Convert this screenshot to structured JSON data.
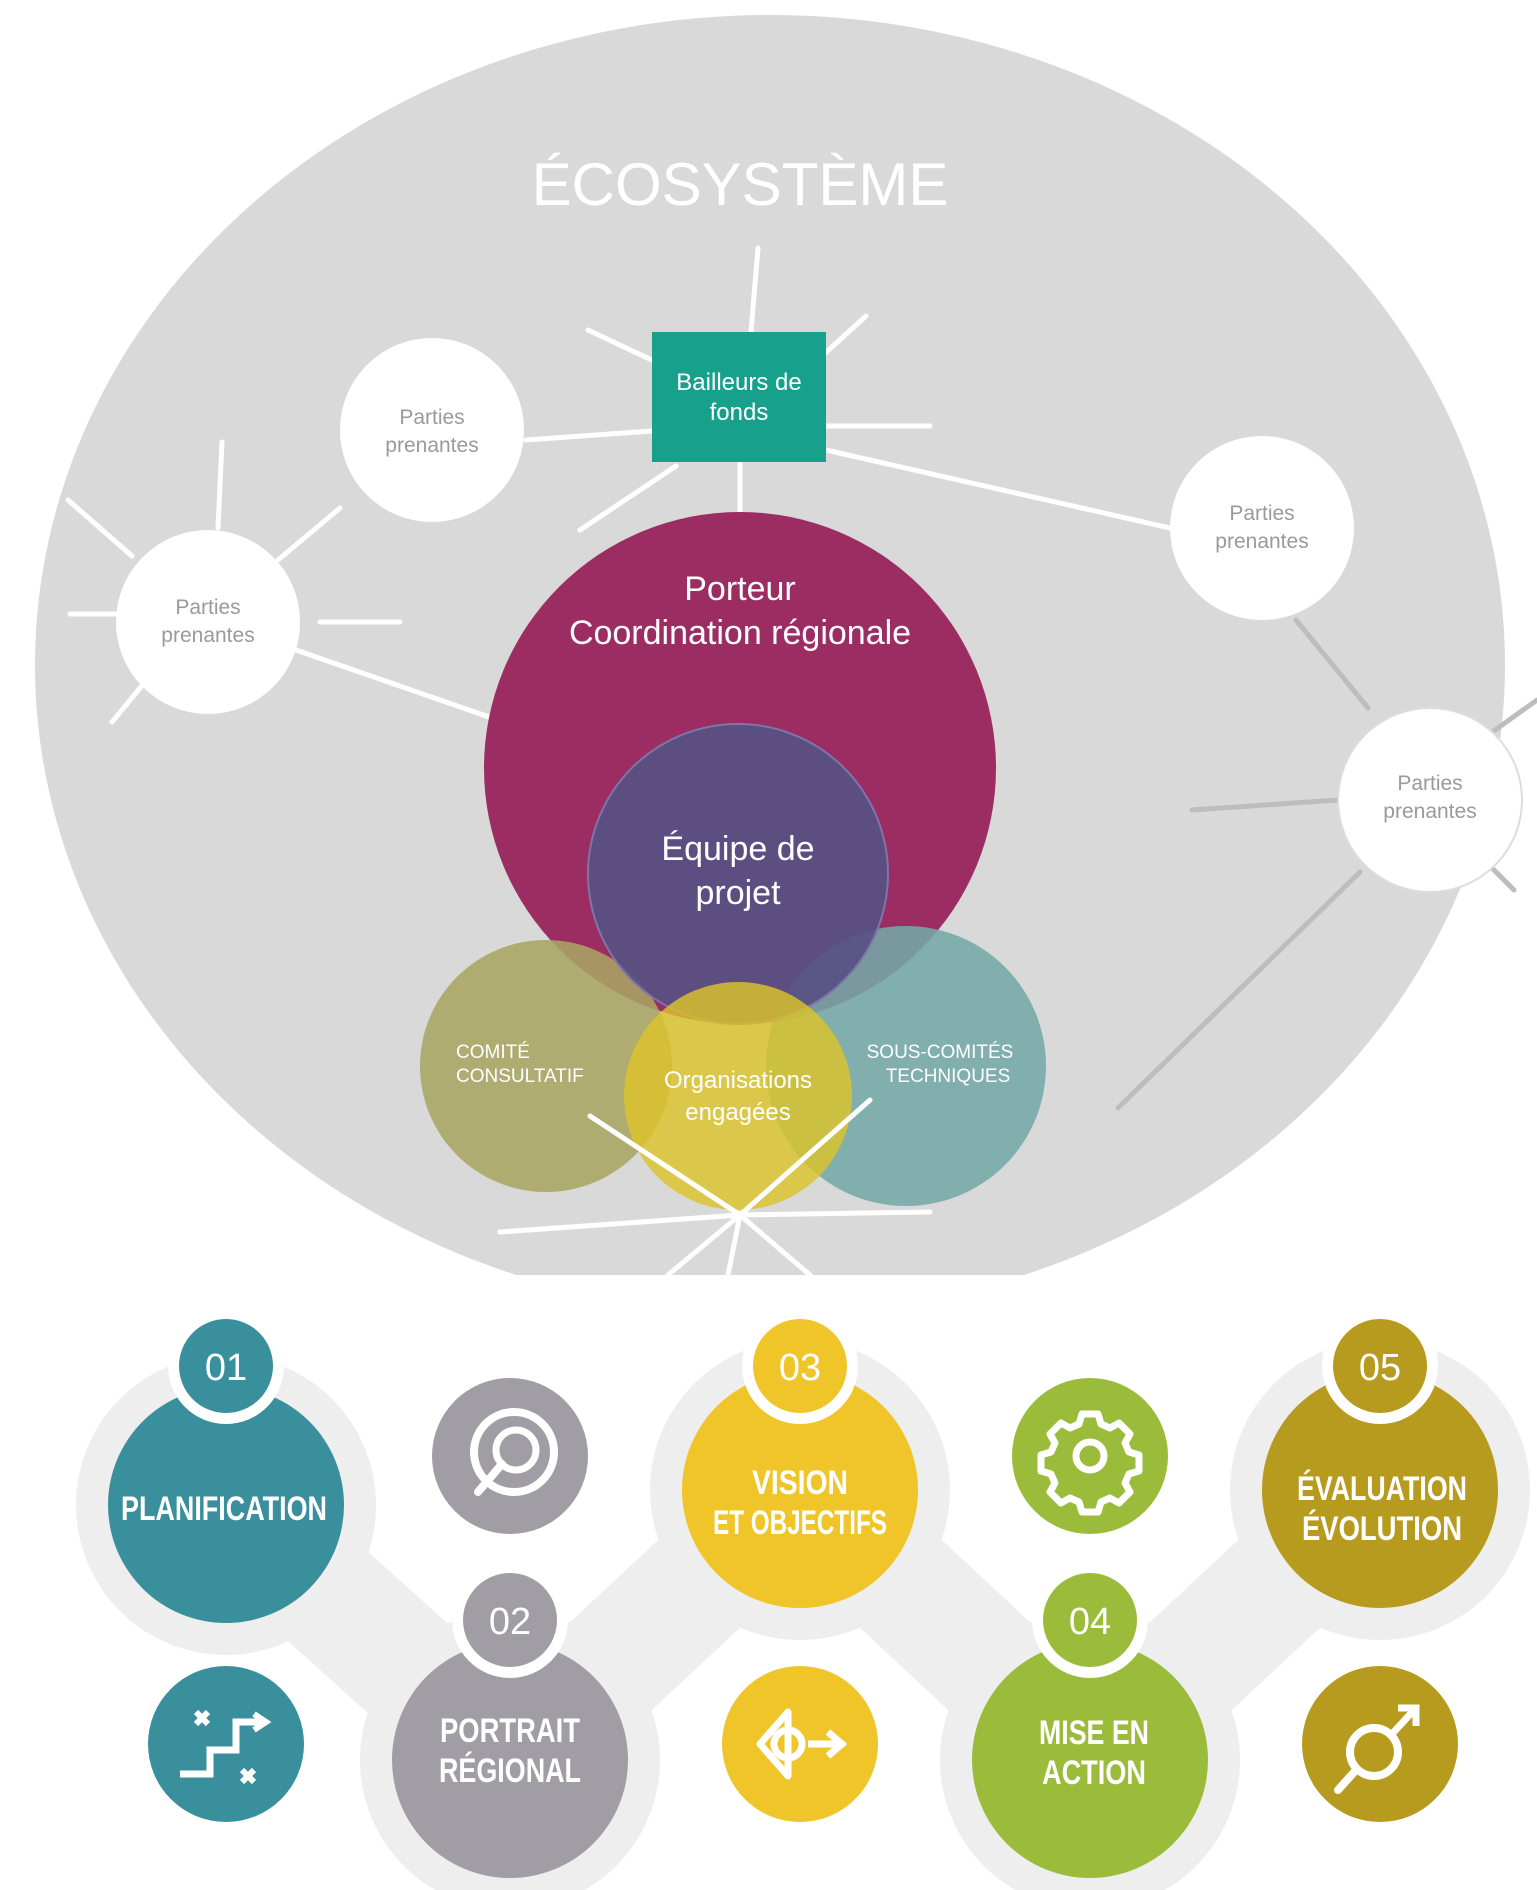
{
  "ecosystem": {
    "title": "ÉCOSYSTÈME",
    "funders_line1": "Bailleurs de",
    "funders_line2": "fonds",
    "stakeholder_line1": "Parties",
    "stakeholder_line2": "prenantes",
    "porteur_line1": "Porteur",
    "porteur_line2": "Coordination régionale",
    "team_line1": "Équipe de",
    "team_line2": "projet",
    "advisory_line1": "COMITÉ",
    "advisory_line2": "CONSULTATIF",
    "technical_line1": "SOUS-COMITÉS",
    "technical_line2": "TECHNIQUES",
    "orgs_line1": "Organisations",
    "orgs_line2": "engagées",
    "colors": {
      "background": "#d9d9d9",
      "funders": "#17a08b",
      "porteur": "#9b2d62",
      "team": "#585184",
      "advisory": "#a8a563",
      "technical": "#74a8a6",
      "orgs": "#dcc32a"
    }
  },
  "steps": {
    "s1_number": "01",
    "s1_line1": "PLANIFICATION",
    "s2_number": "02",
    "s2_line1": "PORTRAIT",
    "s2_line2": "RÉGIONAL",
    "s3_number": "03",
    "s3_line1": "VISION",
    "s3_line2": "ET OBJECTIFS",
    "s4_number": "04",
    "s4_line1": "MISE EN",
    "s4_line2": "ACTION",
    "s5_number": "05",
    "s5_line1": "ÉVALUATION",
    "s5_line2": "ÉVOLUTION",
    "icons": [
      "steps-path-icon",
      "search-bubble-icon",
      "eye-arrow-icon",
      "gear-icon",
      "magnifier-arrow-icon"
    ],
    "colors": {
      "teal": "#3a8f9c",
      "gray": "#a09da4",
      "yellow": "#f0c52a",
      "green": "#9bbb3b",
      "olive": "#b79b1e",
      "track": "#eeeeee"
    }
  }
}
